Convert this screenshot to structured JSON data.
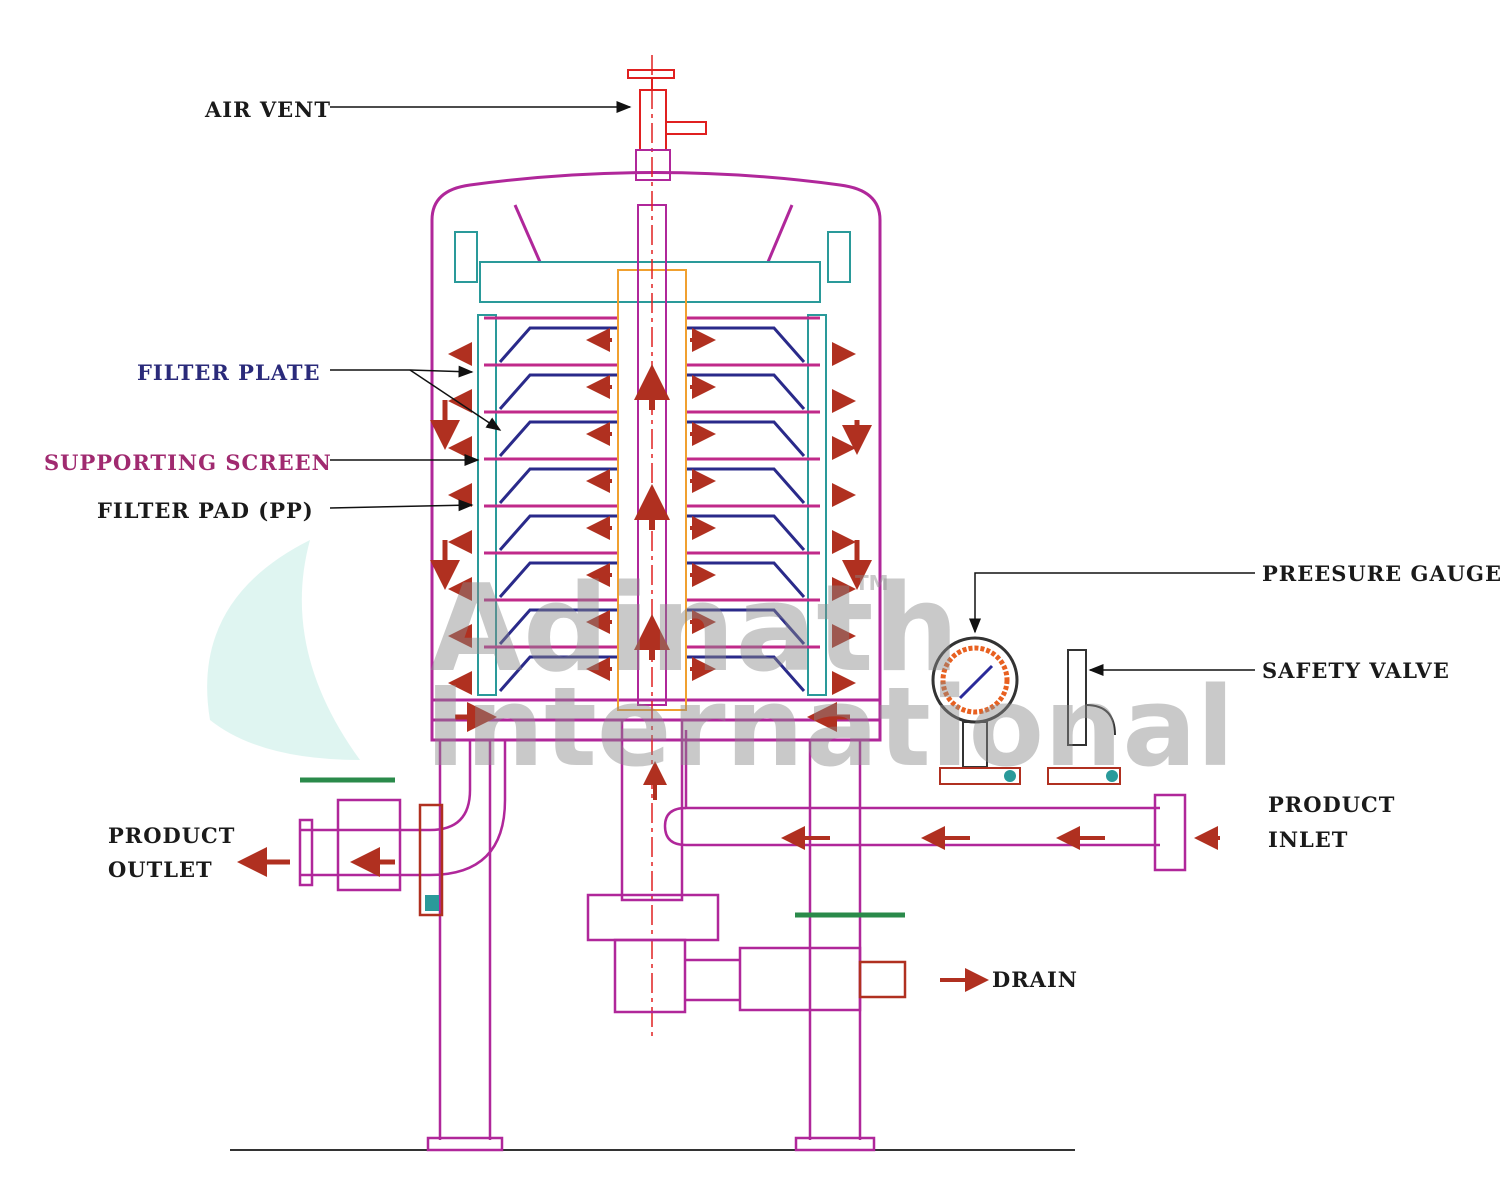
{
  "labels": {
    "air_vent": "AIR VENT",
    "filter_plate": "FILTER PLATE",
    "supporting_screen": "SUPPORTING SCREEN",
    "filter_pad": "FILTER PAD (PP)",
    "pressure_gauge": "PREESURE GAUGE",
    "safety_valve": "SAFETY VALVE",
    "product_inlet_1": "PRODUCT",
    "product_inlet_2": "INLET",
    "product_outlet_1": "PRODUCT",
    "product_outlet_2": "OUTLET",
    "drain": "DRAIN"
  },
  "watermark": {
    "line1": "Adinath",
    "line2": "International",
    "tm": "TM"
  },
  "colors": {
    "vessel": "#b0279a",
    "plate": "#2a2a8a",
    "screen": "#c02a8a",
    "flow_arrow": "#b03020",
    "centerline": "#e02020",
    "core": "#f0a030",
    "hardware": "#2a9a9a",
    "text_dark": "#1a1a1a",
    "text_plate": "#2a2a7a",
    "text_screen": "#a02a70"
  }
}
